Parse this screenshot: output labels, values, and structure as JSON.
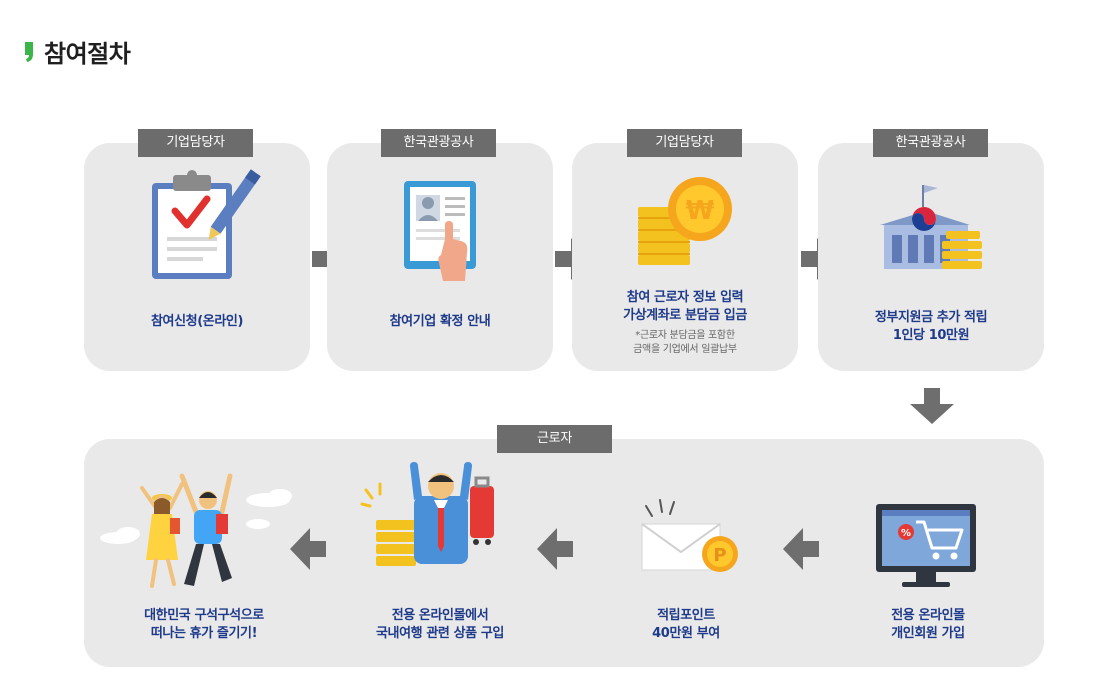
{
  "title": "참여절차",
  "top_row": [
    {
      "tag": "기업담당자",
      "label_line1": "참여신청(온라인)",
      "label_line2": "",
      "note_line1": "",
      "note_line2": ""
    },
    {
      "tag": "한국관광공사",
      "label_line1": "참여기업 확정 안내",
      "label_line2": "",
      "note_line1": "",
      "note_line2": ""
    },
    {
      "tag": "기업담당자",
      "label_line1": "참여 근로자 정보 입력",
      "label_line2": "가상계좌로 분담금 입금",
      "note_line1": "*근로자 분담금을 포함한",
      "note_line2": "금액을 기업에서 일괄납부"
    },
    {
      "tag": "한국관광공사",
      "label_line1": "정부지원금 추가 적립",
      "label_line2": "1인당 10만원",
      "note_line1": "",
      "note_line2": ""
    }
  ],
  "bottom_row": {
    "tag": "근로자",
    "steps": [
      {
        "label_line1": "대한민국 구석구석으로",
        "label_line2": "떠나는 휴가 즐기기!"
      },
      {
        "label_line1": "전용 온라인몰에서",
        "label_line2": "국내여행 관련 상품 구입"
      },
      {
        "label_line1": "적립포인트",
        "label_line2": "40만원 부여"
      },
      {
        "label_line1": "전용 온라인몰",
        "label_line2": "개인회원 가입"
      }
    ]
  },
  "icons": {
    "step1": "clipboard-check-pen-icon",
    "step2": "tablet-profile-hand-icon",
    "step3": "won-coin-stack-icon",
    "step4": "government-building-coins-icon",
    "step5": "online-shop-cart-icon",
    "step6": "envelope-point-coin-icon",
    "step7": "cheering-man-luggage-icon",
    "step8": "traveling-couple-icon"
  },
  "colors": {
    "card_bg": "#e9e9e9",
    "tag_bg": "#6c6c6c",
    "label_text": "#1e3a8a",
    "arrow": "#6e6e6e",
    "title_mark": "#3bb54a"
  }
}
